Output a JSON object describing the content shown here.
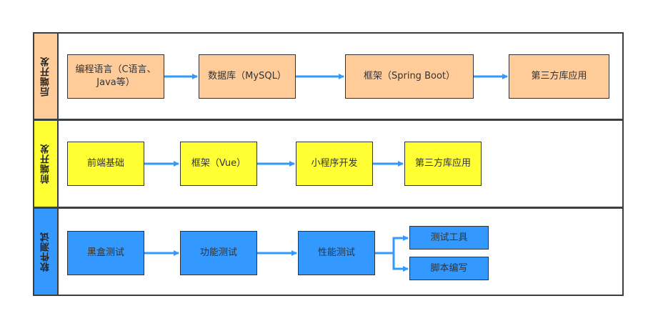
{
  "colors": {
    "backend": "#FFCC99",
    "frontend": "#FFFF33",
    "testing": "#3399FF",
    "arrow": "#3399FF",
    "border": "#3A3F44"
  },
  "lanes": [
    {
      "label": "后端开发",
      "nodes": [
        "编程语言（C语言、Java等）",
        "数据库（MySQL）",
        "框架（Spring Boot）",
        "第三方库应用"
      ]
    },
    {
      "label": "前端开发",
      "nodes": [
        "前端基础",
        "框架（Vue）",
        "小程序开发",
        "第三方库应用"
      ]
    },
    {
      "label": "软件测试",
      "nodes": [
        "黑盒测试",
        "功能测试",
        "性能测试",
        "测试工具",
        "脚本编写"
      ]
    }
  ]
}
